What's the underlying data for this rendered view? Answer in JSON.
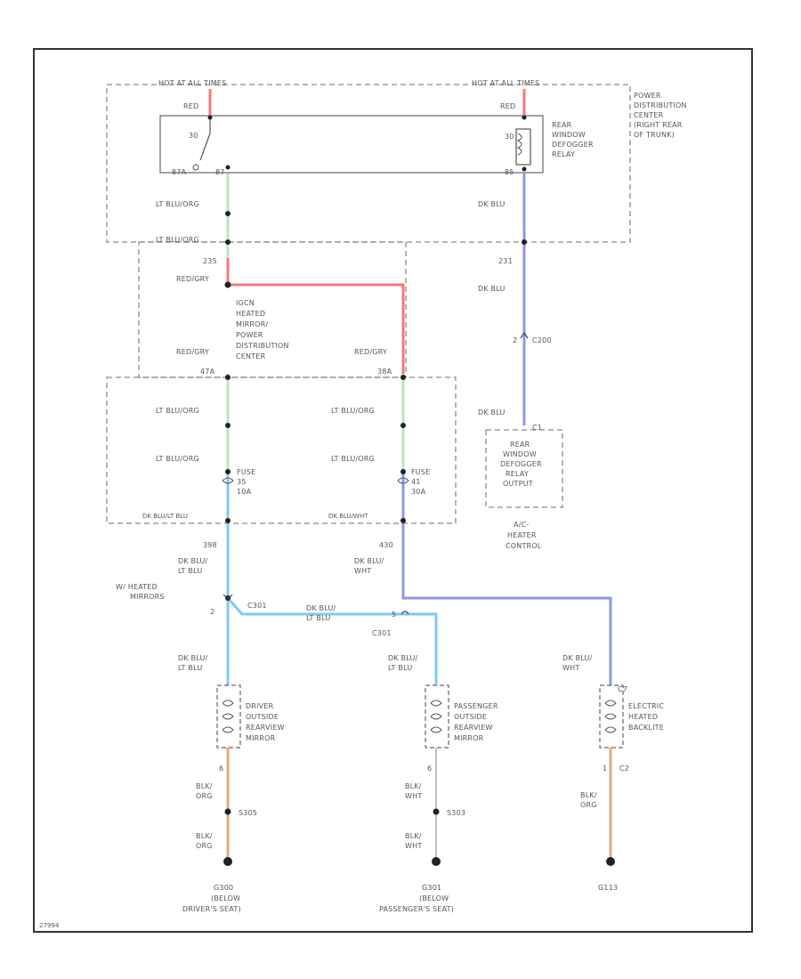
{
  "colors": {
    "red": "#f07a7a",
    "lt_blu_org": "#bfe3c0",
    "dk_blu": "#8f96e8",
    "dk_blu_lt_blu": "#7fcaf0",
    "blk_org": "#e7a77f",
    "frame": "#333333",
    "dashed_outline": "#8a8a8a",
    "text": "#555555"
  },
  "labels": {
    "hot_at_all_times_left": "HOT AT ALL TIMES",
    "hot_at_all_times_right": "HOT AT ALL TIMES",
    "red_left": "RED",
    "red_right": "RED",
    "sw_num": "30",
    "pin_87a": "87A",
    "pin_87": "87",
    "pin_30": "30",
    "pin_85": "85",
    "relay_name": [
      "REAR",
      "WINDOW",
      "DEFOGGER",
      "RELAY"
    ],
    "pdc_name": [
      "POWER",
      "DISTRIBUTION",
      "CENTER",
      "(RIGHT REAR",
      "OF TRUNK)"
    ],
    "lt_blu_org_1": "LT BLU/ORG",
    "lt_blu_org_2": "LT BLU/ORG",
    "dk_blu_1": "DK BLU",
    "pin_235": "235",
    "pin_231": "231",
    "dk_blu_2": "DK BLU",
    "red_gry_1": "RED/GRY",
    "mirror_pdc_name": [
      "IGCN",
      "HEATED",
      "MIRROR/",
      "POWER",
      "DISTRIBUTION",
      "CENTER"
    ],
    "red_gry_2": "RED/GRY",
    "red_gry_3": "RED/GRY",
    "pin_47a": "47A",
    "pin_38a": "38A",
    "c200_pin": "2",
    "c200": "C200",
    "dk_blu_3": "DK BLU",
    "pin_c1": "C1",
    "hvac_name": [
      "REAR",
      "WINDOW",
      "DEFOGGER",
      "RELAY",
      "OUTPUT"
    ],
    "hvac_caption": [
      "A/C-",
      "HEATER",
      "CONTROL"
    ],
    "lt_blu_org_3": "LT BLU/ORG",
    "lt_blu_org_4": "LT BLU/ORG",
    "lt_blu_org_5": "LT BLU/ORG",
    "lt_blu_org_6": "LT BLU/ORG",
    "fuse_left": [
      "FUSE",
      "35",
      "10A"
    ],
    "fuse_right": [
      "FUSE",
      "41",
      "30A"
    ],
    "bot_left_wire": "DK BLU/LT BLU",
    "bot_right_wire": "DK BLU/WHT",
    "pin_398": "398",
    "pin_430": "430",
    "dk_blu_lt_blu_1": "DK BLU/",
    "lt_blu_1": "LT BLU",
    "dk_blu_wht_1": "DK BLU/",
    "wht_1": "WHT",
    "w_heated_mirrors": [
      "W/ HEATED",
      "MIRRORS"
    ],
    "pin_2": "2",
    "c301": "C301",
    "dk_blu_lt_blu_2": "DK BLU/",
    "lt_blu_2": "LT BLU",
    "pin_5": "5",
    "c301b": "C301",
    "dk_blu_lt_blu_3": "DK BLU/",
    "lt_blu_3": "LT BLU",
    "dk_blu_lt_blu_4": "DK BLU/",
    "lt_blu_4": "LT BLU",
    "dk_blu_wht_2": "DK BLU/",
    "wht_2": "WHT",
    "pin_c7": "C7",
    "driver_mirror": [
      "DRIVER",
      "OUTSIDE",
      "REARVIEW",
      "MIRROR"
    ],
    "pass_mirror": [
      "PASSENGER",
      "OUTSIDE",
      "REARVIEW",
      "MIRROR"
    ],
    "backlite": [
      "ELECTRIC",
      "HEATED",
      "BACKLITE"
    ],
    "pin_6a": "6",
    "pin_6b": "6",
    "pin_1": "1",
    "pin_c2": "C2",
    "blk_org_1": "BLK/",
    "org_1": "ORG",
    "blk_wht_1": "BLK/",
    "wht_3": "WHT",
    "blk_org_3": "BLK/",
    "org_3": "ORG",
    "s305": "S305",
    "s303": "S303",
    "blk_org_2": "BLK/",
    "org_2": "ORG",
    "blk_wht_2": "BLK/",
    "wht_4": "WHT",
    "g300": [
      "G300",
      "(BELOW",
      "DRIVER'S SEAT)"
    ],
    "g301": [
      "G301",
      "(BELOW",
      "PASSENGER'S SEAT)"
    ],
    "g113": "G113",
    "footer": "27994"
  }
}
